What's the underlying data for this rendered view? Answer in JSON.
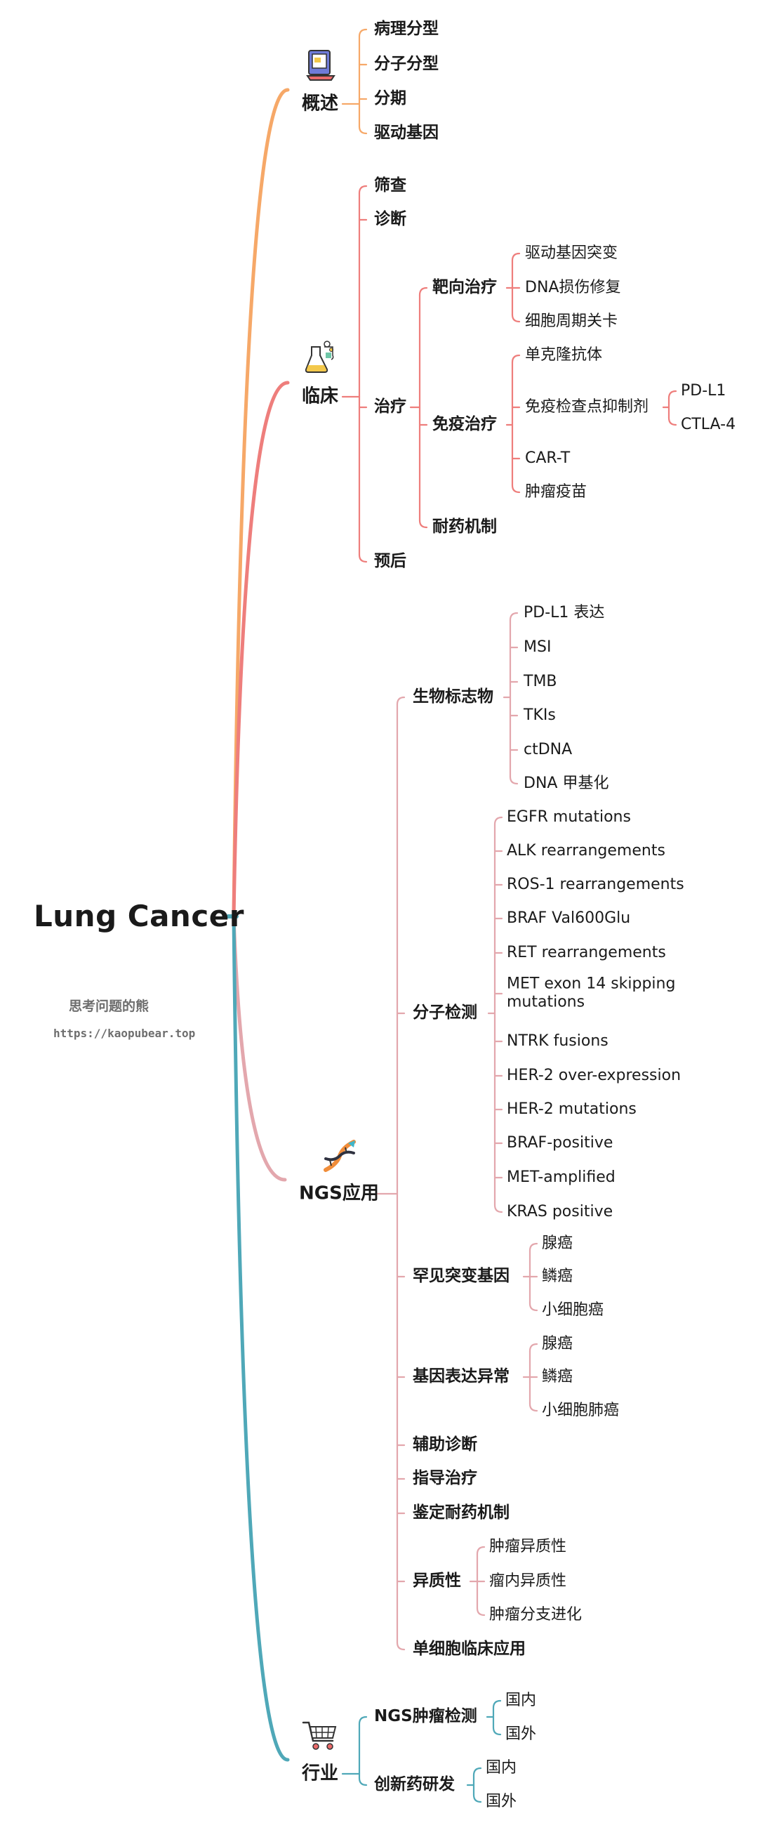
{
  "root": {
    "title": "Lung Cancer"
  },
  "credit": {
    "name": "思考问题的熊",
    "url": "https://kaopubear.top"
  },
  "colors": {
    "gaishu": "#f6a868",
    "linchuang": "#ee7e7c",
    "ngs": "#e3a7ad",
    "hangye": "#4fa8b8"
  },
  "branches": [
    {
      "label": "概述",
      "icon": "computer-icon",
      "children": [
        {
          "label": "病理分型"
        },
        {
          "label": "分子分型"
        },
        {
          "label": "分期"
        },
        {
          "label": "驱动基因"
        }
      ]
    },
    {
      "label": "临床",
      "icon": "flask-icon",
      "children": [
        {
          "label": "筛查"
        },
        {
          "label": "诊断"
        },
        {
          "label": "治疗",
          "children": [
            {
              "label": "靶向治疗",
              "children": [
                {
                  "label": "驱动基因突变"
                },
                {
                  "label": "DNA损伤修复"
                },
                {
                  "label": "细胞周期关卡"
                }
              ]
            },
            {
              "label": "免疫治疗",
              "children": [
                {
                  "label": "单克隆抗体"
                },
                {
                  "label": "免疫检查点抑制剂",
                  "children": [
                    {
                      "label": "PD-L1"
                    },
                    {
                      "label": "CTLA-4"
                    }
                  ]
                },
                {
                  "label": "CAR-T"
                },
                {
                  "label": "肿瘤疫苗"
                }
              ]
            },
            {
              "label": "耐药机制"
            }
          ]
        },
        {
          "label": "预后"
        }
      ]
    },
    {
      "label": "NGS应用",
      "icon": "dna-icon",
      "children": [
        {
          "label": "生物标志物",
          "children": [
            {
              "label": "PD-L1 表达"
            },
            {
              "label": "MSI"
            },
            {
              "label": "TMB"
            },
            {
              "label": "TKIs"
            },
            {
              "label": "ctDNA"
            },
            {
              "label": "DNA 甲基化"
            }
          ]
        },
        {
          "label": "分子检测",
          "children": [
            {
              "label": "EGFR mutations"
            },
            {
              "label": "ALK rearrangements"
            },
            {
              "label": "ROS-1 rearrangements"
            },
            {
              "label": "BRAF Val600Glu"
            },
            {
              "label": "RET rearrangements"
            },
            {
              "label": "MET exon 14 skipping mutations"
            },
            {
              "label": "NTRK fusions"
            },
            {
              "label": "HER-2 over-expression"
            },
            {
              "label": "HER-2 mutations"
            },
            {
              "label": "BRAF-positive"
            },
            {
              "label": "MET-amplified"
            },
            {
              "label": "KRAS positive"
            }
          ]
        },
        {
          "label": "罕见突变基因",
          "children": [
            {
              "label": "腺癌"
            },
            {
              "label": "鳞癌"
            },
            {
              "label": "小细胞癌"
            }
          ]
        },
        {
          "label": "基因表达异常",
          "children": [
            {
              "label": "腺癌"
            },
            {
              "label": "鳞癌"
            },
            {
              "label": "小细胞肺癌"
            }
          ]
        },
        {
          "label": "辅助诊断"
        },
        {
          "label": "指导治疗"
        },
        {
          "label": "鉴定耐药机制"
        },
        {
          "label": "异质性",
          "children": [
            {
              "label": "肿瘤异质性"
            },
            {
              "label": "瘤内异质性"
            },
            {
              "label": "肿瘤分支进化"
            }
          ]
        },
        {
          "label": "单细胞临床应用"
        }
      ]
    },
    {
      "label": "行业",
      "icon": "cart-icon",
      "children": [
        {
          "label": "NGS肿瘤检测",
          "children": [
            {
              "label": "国内"
            },
            {
              "label": "国外"
            }
          ]
        },
        {
          "label": "创新药研发",
          "children": [
            {
              "label": "国内"
            },
            {
              "label": "国外"
            }
          ]
        }
      ]
    }
  ]
}
